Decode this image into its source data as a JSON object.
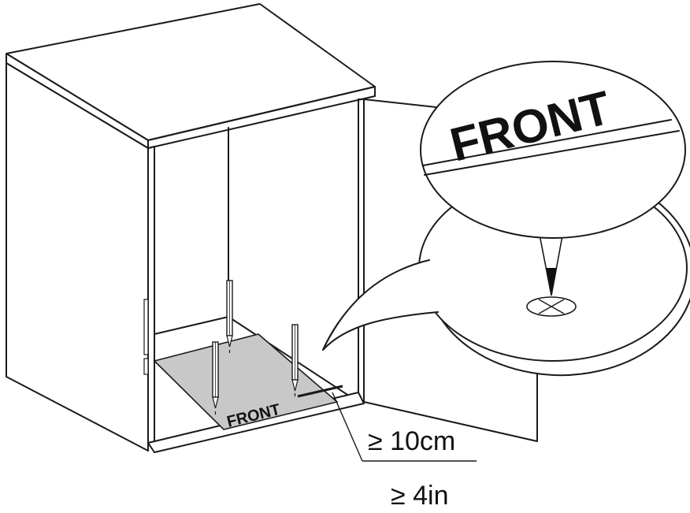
{
  "template_label": "FRONT",
  "zoom_label": "FRONT",
  "distance_metric": "≥ 10cm",
  "distance_imperial": "≥ 4in",
  "colors": {
    "line": "#1a1a1a",
    "template": "#c8c8c8",
    "pencil_tip": "#111111"
  },
  "icons": {
    "pencil": "pencil-icon",
    "mark": "cross-mark-icon"
  }
}
